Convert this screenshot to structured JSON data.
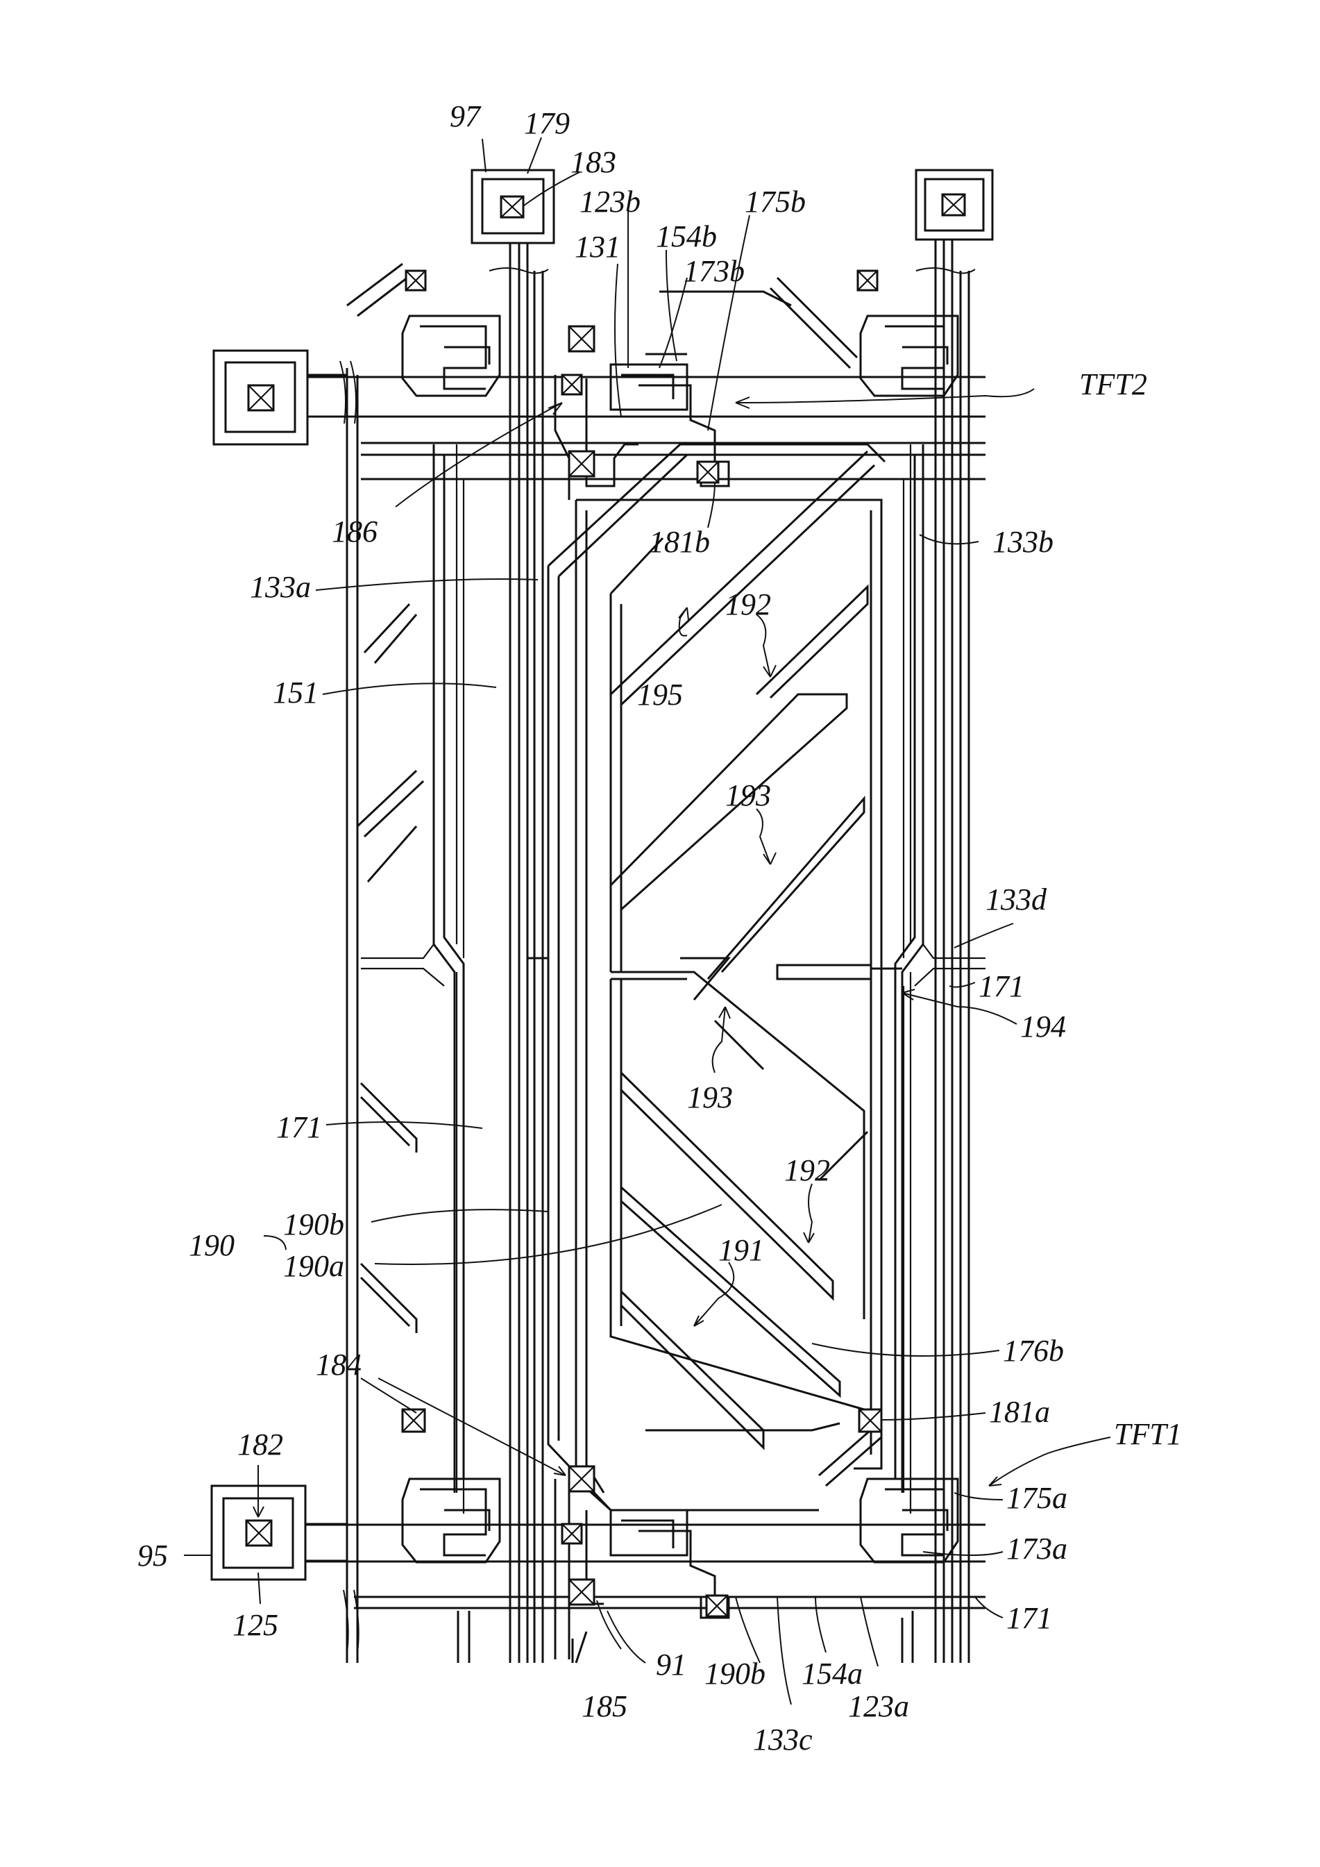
{
  "figure": {
    "labels": [
      {
        "id": "97",
        "text": "97"
      },
      {
        "id": "179",
        "text": "179"
      },
      {
        "id": "183",
        "text": "183"
      },
      {
        "id": "123b",
        "text": "123b"
      },
      {
        "id": "154b",
        "text": "154b"
      },
      {
        "id": "175b",
        "text": "175b"
      },
      {
        "id": "131",
        "text": "131"
      },
      {
        "id": "173b",
        "text": "173b"
      },
      {
        "id": "TFT2",
        "text": "TFT2"
      },
      {
        "id": "186",
        "text": "186"
      },
      {
        "id": "181b",
        "text": "181b"
      },
      {
        "id": "133b",
        "text": "133b"
      },
      {
        "id": "133a",
        "text": "133a"
      },
      {
        "id": "192_top",
        "text": "192"
      },
      {
        "id": "195",
        "text": "195"
      },
      {
        "id": "151",
        "text": "151"
      },
      {
        "id": "193_top",
        "text": "193"
      },
      {
        "id": "133d",
        "text": "133d"
      },
      {
        "id": "171_mid",
        "text": "171"
      },
      {
        "id": "194",
        "text": "194"
      },
      {
        "id": "193_bot",
        "text": "193"
      },
      {
        "id": "171_left",
        "text": "171"
      },
      {
        "id": "192_bot",
        "text": "192"
      },
      {
        "id": "190",
        "text": "190"
      },
      {
        "id": "190b_left",
        "text": "190b"
      },
      {
        "id": "190a",
        "text": "190a"
      },
      {
        "id": "191",
        "text": "191"
      },
      {
        "id": "176b",
        "text": "176b"
      },
      {
        "id": "184",
        "text": "184"
      },
      {
        "id": "181a",
        "text": "181a"
      },
      {
        "id": "TFT1",
        "text": "TFT1"
      },
      {
        "id": "182",
        "text": "182"
      },
      {
        "id": "175a",
        "text": "175a"
      },
      {
        "id": "95",
        "text": "95"
      },
      {
        "id": "173a",
        "text": "173a"
      },
      {
        "id": "125",
        "text": "125"
      },
      {
        "id": "171_bot",
        "text": "171"
      },
      {
        "id": "91",
        "text": "91"
      },
      {
        "id": "190b_bot",
        "text": "190b"
      },
      {
        "id": "154a",
        "text": "154a"
      },
      {
        "id": "185",
        "text": "185"
      },
      {
        "id": "123a",
        "text": "123a"
      },
      {
        "id": "133c",
        "text": "133c"
      }
    ]
  }
}
